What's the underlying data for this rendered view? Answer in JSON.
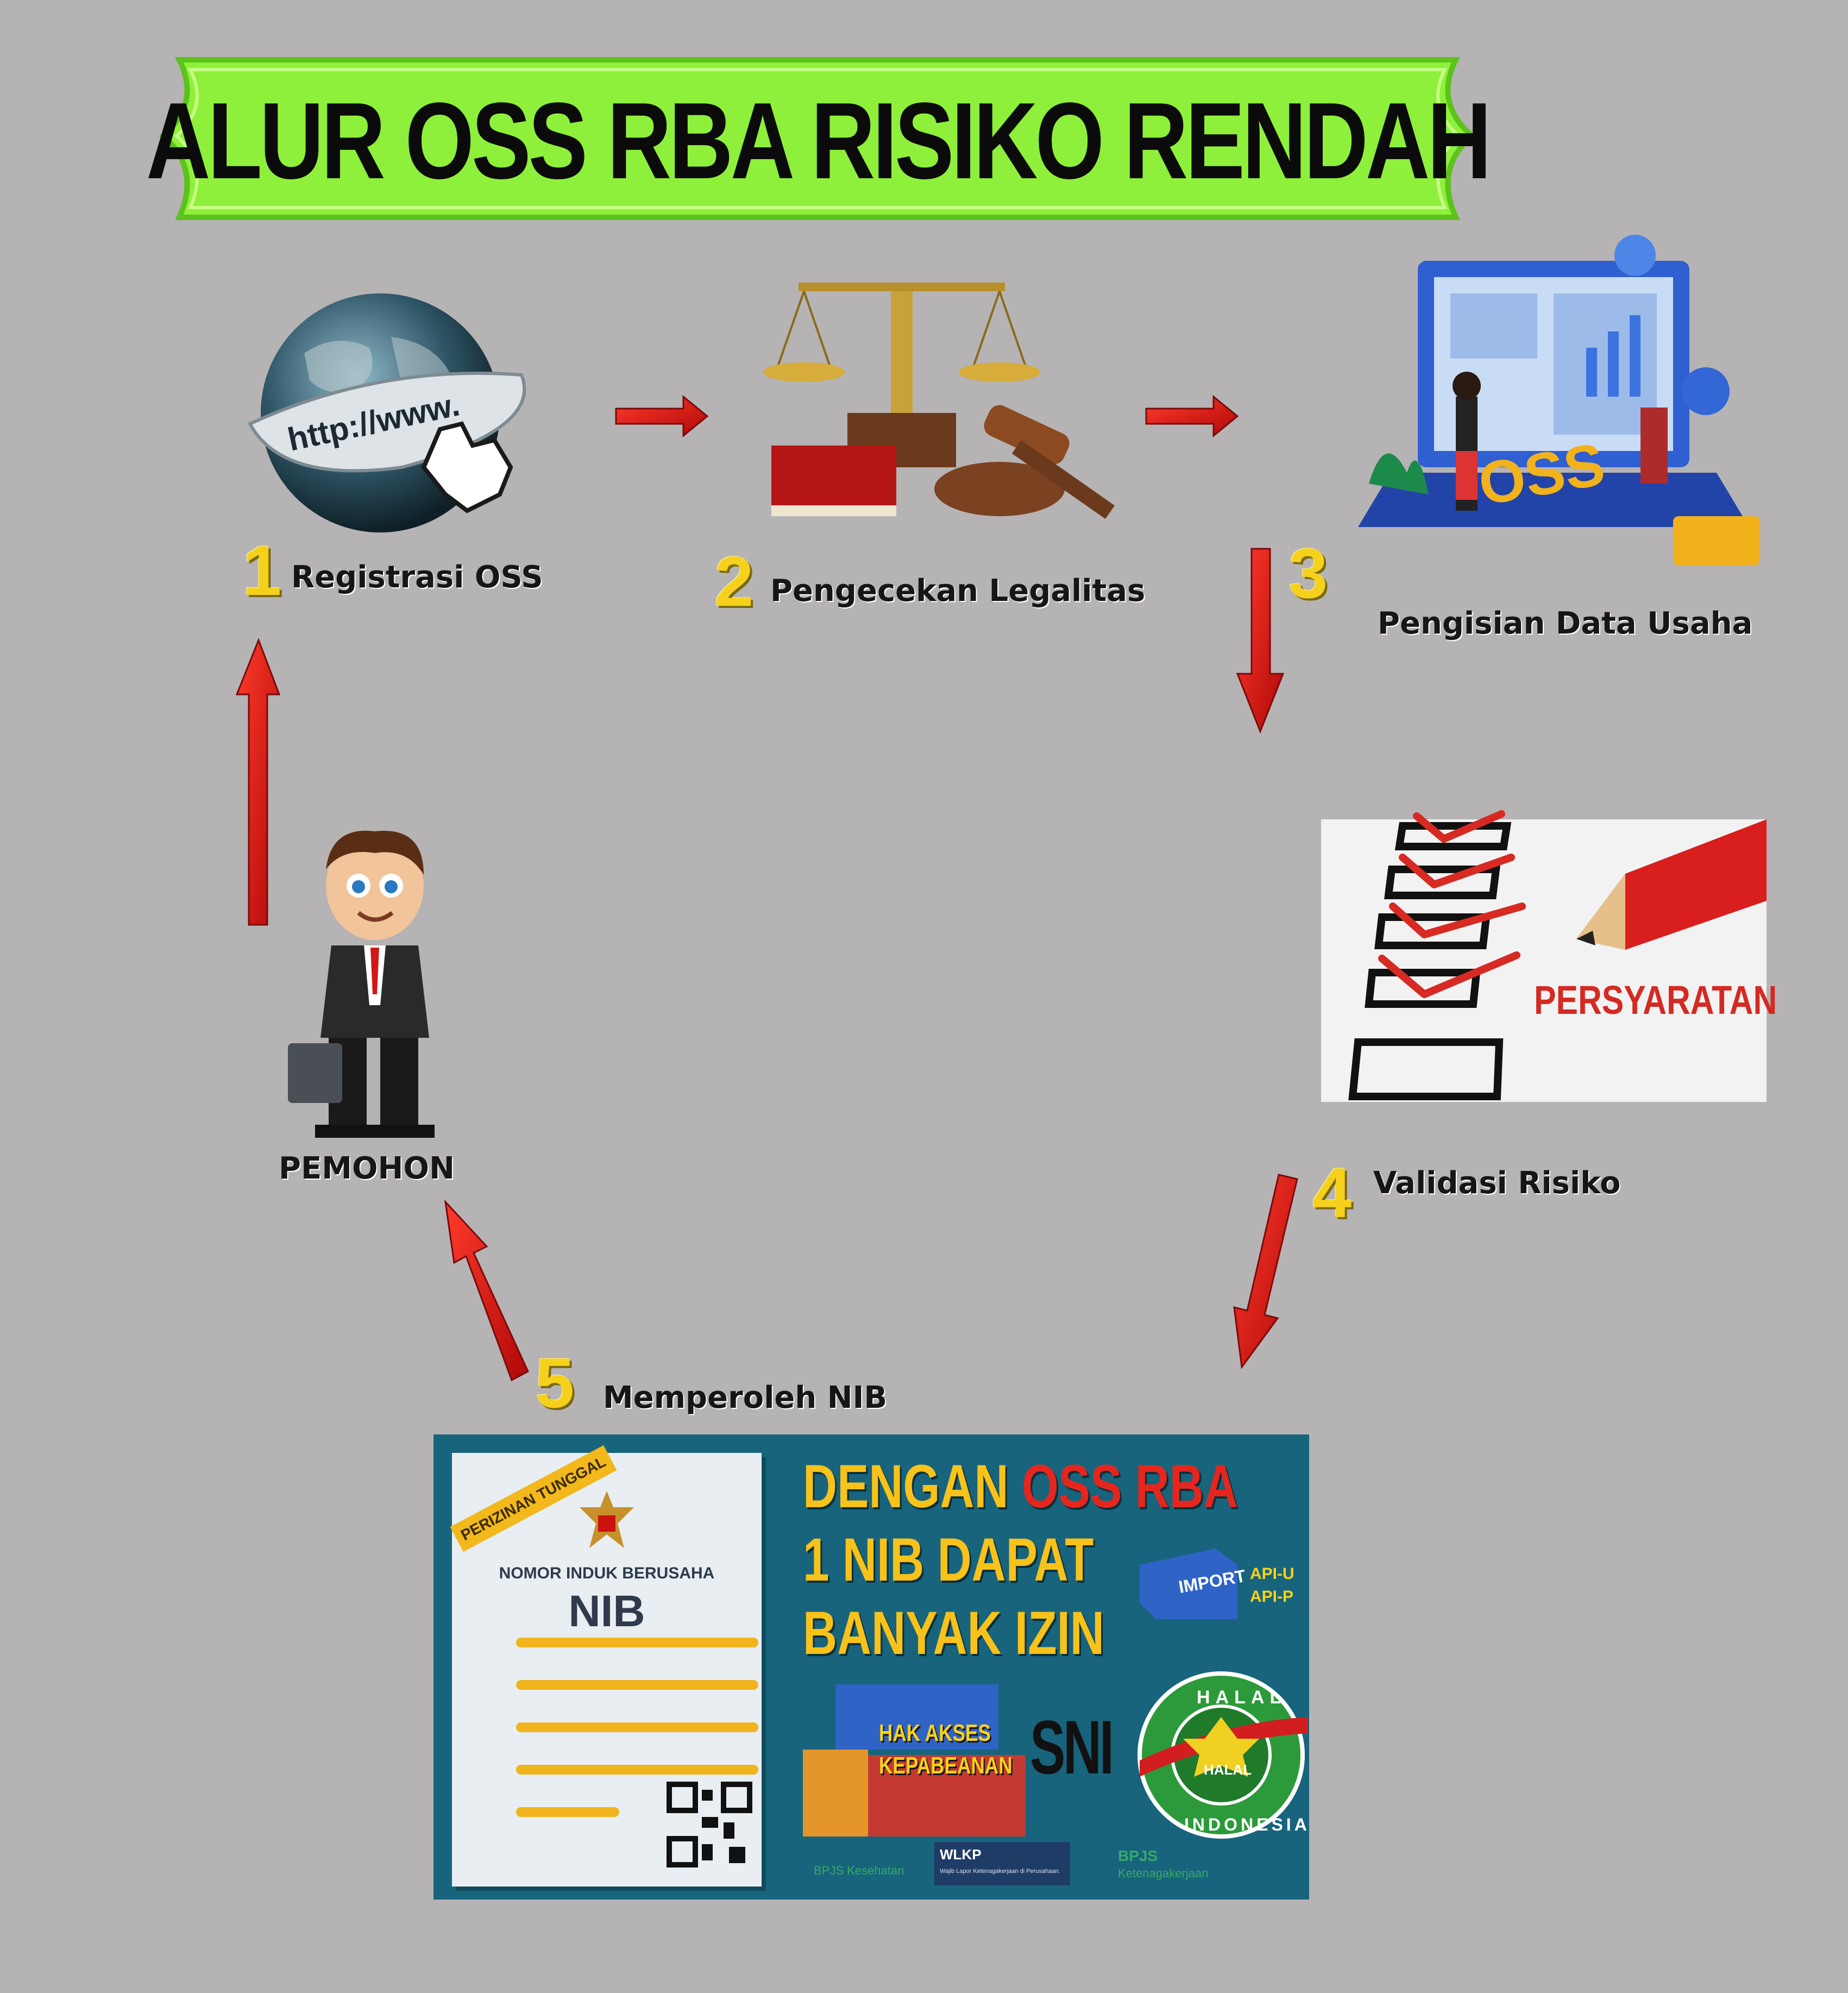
{
  "title": "ALUR  OSS RBA RISIKO RENDAH",
  "steps": [
    {
      "num": "1",
      "label": "Registrasi OSS"
    },
    {
      "num": "2",
      "label": "Pengecekan Legalitas"
    },
    {
      "num": "3",
      "label": "Pengisian Data Usaha"
    },
    {
      "num": "4",
      "label": "Validasi Risiko"
    },
    {
      "num": "5",
      "label": "Memperoleh NIB"
    }
  ],
  "applicant_label": "PEMOHON",
  "globe_text": "http://www.",
  "oss_logo_text": "OSS",
  "checklist_text": "PERSYARATAN",
  "nib_card": {
    "ribbon": "PERIZINAN TUNGGAL",
    "heading": "NOMOR INDUK BERUSAHA",
    "code": "NIB"
  },
  "nib_banner": {
    "line1_prefix": "DENGAN ",
    "line1_highlight": "OSS RBA",
    "line2": "1 NIB DAPAT",
    "line3": "BANYAK IZIN",
    "import_label": "IMPORT",
    "api_u": "API-U",
    "api_p": "API-P",
    "customs_1": "HAK AKSES",
    "customs_2": "KEPABEANAN",
    "sni": "SNI",
    "halal_top": "HALAL",
    "halal_bottom": "INDONESIA",
    "halal_center": "HALAL",
    "bpjs_kesehatan": "BPJS Kesehatan",
    "wlkp_title": "WLKP",
    "wlkp_sub": "Wajib Lapor Ketenagakerjaan di Perusahaan.",
    "bpjs_tk_1": "BPJS",
    "bpjs_tk_2": "Ketenagakerjaan"
  },
  "colors": {
    "background": "#b6b3b4",
    "banner_green": "#8ef03a",
    "arrow_red": "#e01414",
    "number_yellow": "#f6d11b",
    "panel_teal": "#17647c"
  }
}
